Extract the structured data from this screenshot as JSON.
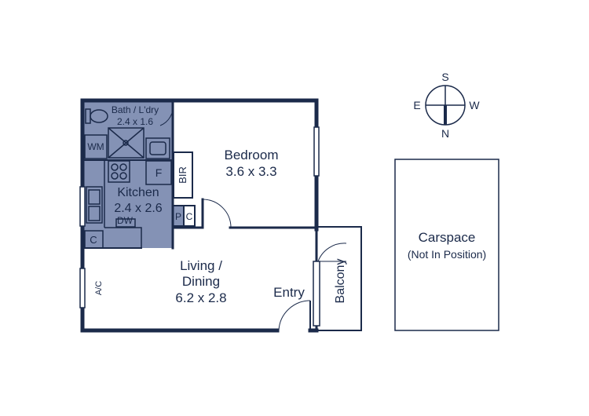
{
  "colors": {
    "wall": "#1b2a4a",
    "wet_area": "#8492b5",
    "fixture_stroke": "#1b2a4a",
    "background": "#ffffff"
  },
  "rooms": {
    "bath": {
      "name": "Bath / L'dry",
      "size": "2.4 x 1.6"
    },
    "bedroom": {
      "name": "Bedroom",
      "size": "3.6 x 3.3"
    },
    "kitchen": {
      "name": "Kitchen",
      "size": "2.4 x 2.6"
    },
    "living": {
      "name_line1": "Living /",
      "name_line2": "Dining",
      "size": "6.2 x 2.8"
    },
    "entry": {
      "name": "Entry"
    },
    "balcony": {
      "name": "Balcony"
    },
    "carspace": {
      "name": "Carspace",
      "note": "(Not In Position)"
    }
  },
  "fixtures": {
    "wm": "WM",
    "fridge": "F",
    "bir": "BIR",
    "dw": "DW",
    "pantry": "P",
    "cupboard_hall": "C",
    "cupboard_kitchen": "C",
    "ac": "A/C"
  },
  "compass": {
    "n": "N",
    "s": "S",
    "e": "E",
    "w": "W"
  }
}
